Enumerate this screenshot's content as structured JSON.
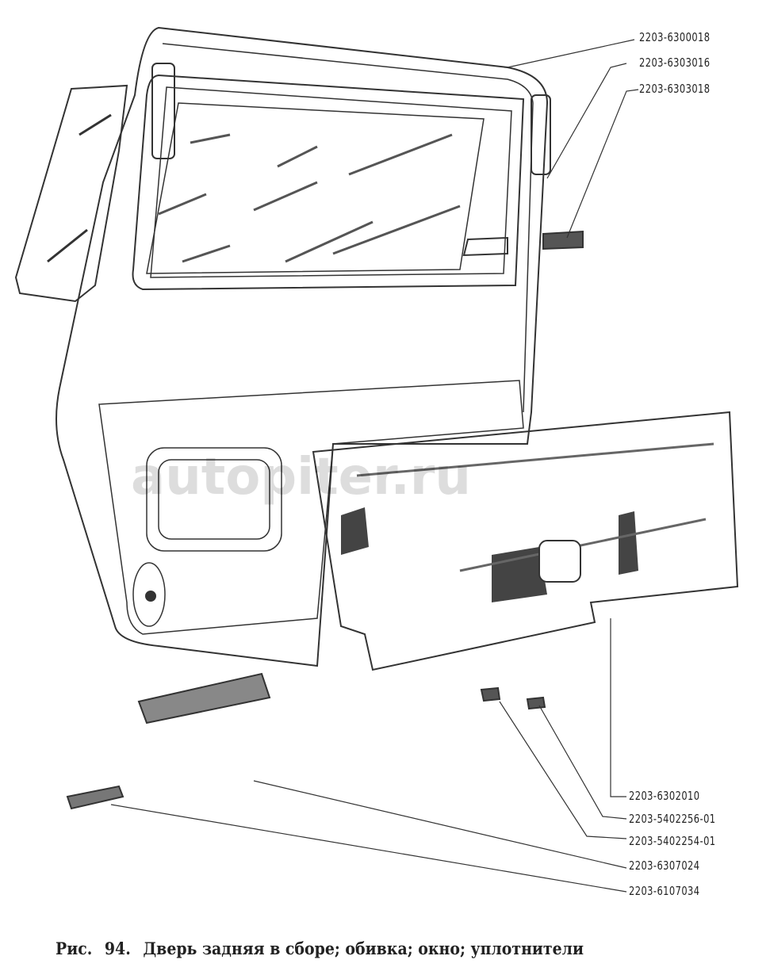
{
  "figure": {
    "caption_prefix": "Рис.",
    "caption_number": "94.",
    "caption_text": "Дверь задняя в сборе; обивка; окно; уплотнители"
  },
  "part_labels": [
    "2203-6300018",
    "2203-6303016",
    "2203-6303018",
    "2203-6302010",
    "2203-5402256-01",
    "2203-5402254-01",
    "2203-6307024",
    "2203-6107034"
  ],
  "watermark": "autopiter.ru"
}
